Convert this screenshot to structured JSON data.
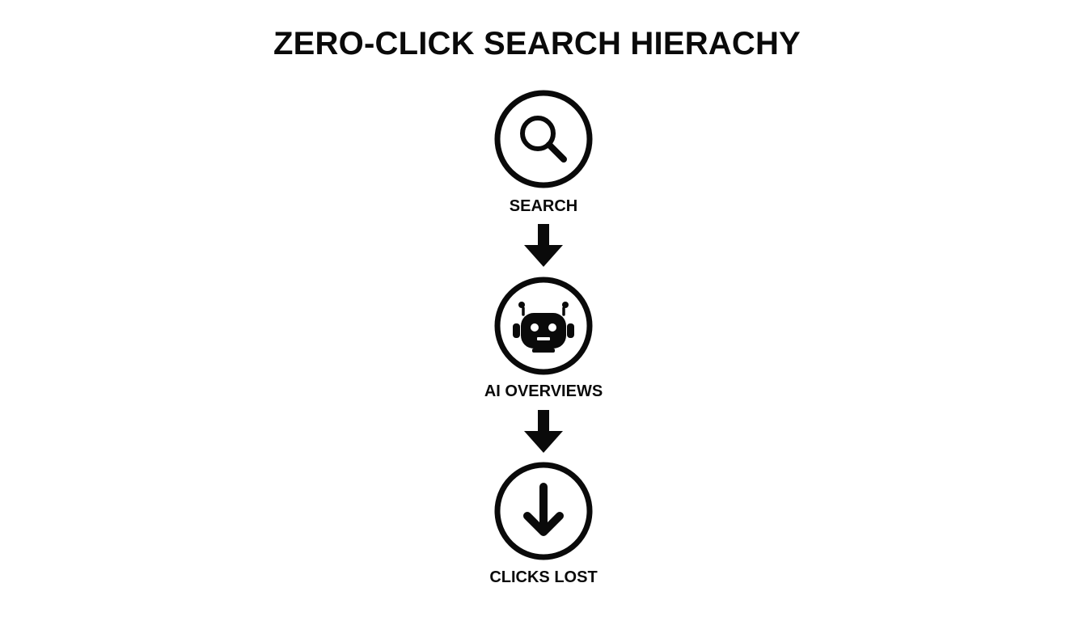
{
  "title": "ZERO-CLICK SEARCH HIERACHY",
  "steps": [
    {
      "label": "SEARCH",
      "icon": "magnifying-glass-icon"
    },
    {
      "label": "AI OVERVIEWS",
      "icon": "robot-icon"
    },
    {
      "label": "CLICKS LOST",
      "icon": "down-arrow-icon"
    }
  ],
  "connectors": [
    "down-arrow-connector",
    "down-arrow-connector"
  ],
  "colors": {
    "background": "#ffffff",
    "ink": "#0a0a0a"
  }
}
